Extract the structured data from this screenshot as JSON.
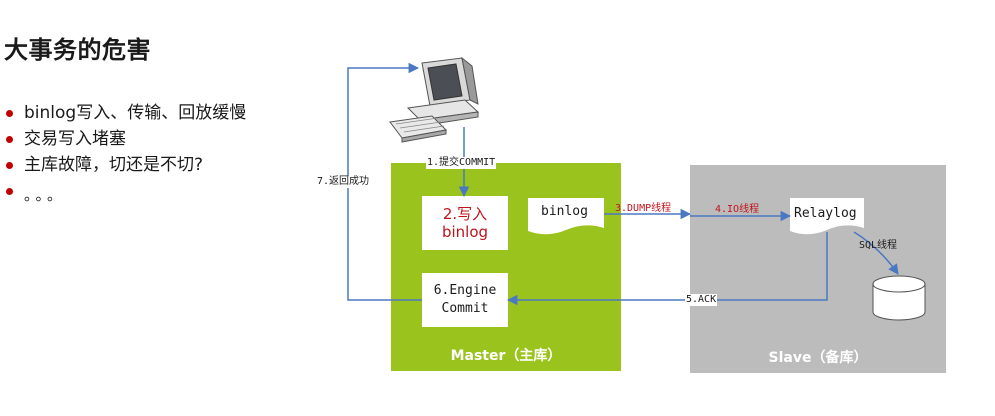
{
  "title": "大事务的危害",
  "bullets": [
    "binlog写入、传输、回放缓慢",
    "交易写入堵塞",
    "主库故障，切还是不切?",
    "。。。"
  ],
  "diagram": {
    "master_label": "Master（主库）",
    "slave_label": "Slave（备库）",
    "write_box": [
      "2.写入",
      "binlog"
    ],
    "engine_box": [
      "6.Engine",
      "Commit"
    ],
    "binlog_doc": "binlog",
    "relaylog_doc": "Relaylog",
    "steps": {
      "commit": "1.提交COMMIT",
      "dump": "3.DUMP线程",
      "io": "4.IO线程",
      "sql": "SQL线程",
      "ack": "5.ACK",
      "return": "7.返回成功"
    },
    "colors": {
      "master": "#9bc31e",
      "slave": "#bcbcbc",
      "arrow": "#4a78c2",
      "red_text": "#c0141c"
    }
  }
}
